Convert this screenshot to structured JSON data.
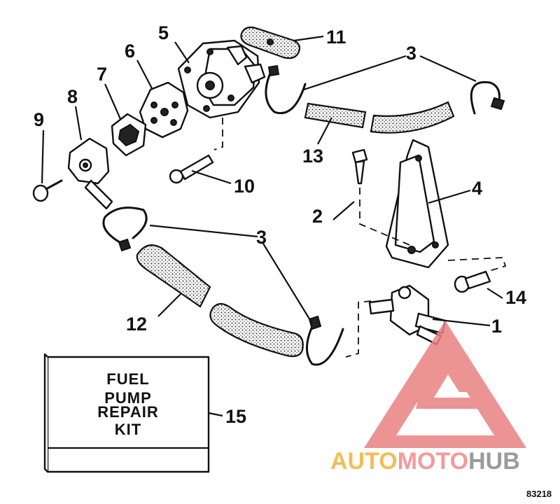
{
  "callouts": {
    "c1": "1",
    "c2": "2",
    "c3a": "3",
    "c3b": "3",
    "c4": "4",
    "c5": "5",
    "c6": "6",
    "c7": "7",
    "c8": "8",
    "c9": "9",
    "c10": "10",
    "c11": "11",
    "c12": "12",
    "c13": "13",
    "c14": "14",
    "c15": "15"
  },
  "kit": {
    "line1": "FUEL",
    "line2": "PUMP",
    "line3": "REPAIR",
    "line4": "KIT"
  },
  "figure_code": "83218",
  "watermark": {
    "part1": "AUTO",
    "part2": "MOTO",
    "part3": "HUB",
    "colors": {
      "auto": "#f2b23a",
      "moto": "#f08a8a",
      "hub": "#8a8a8a",
      "logo": "#e98282"
    }
  }
}
